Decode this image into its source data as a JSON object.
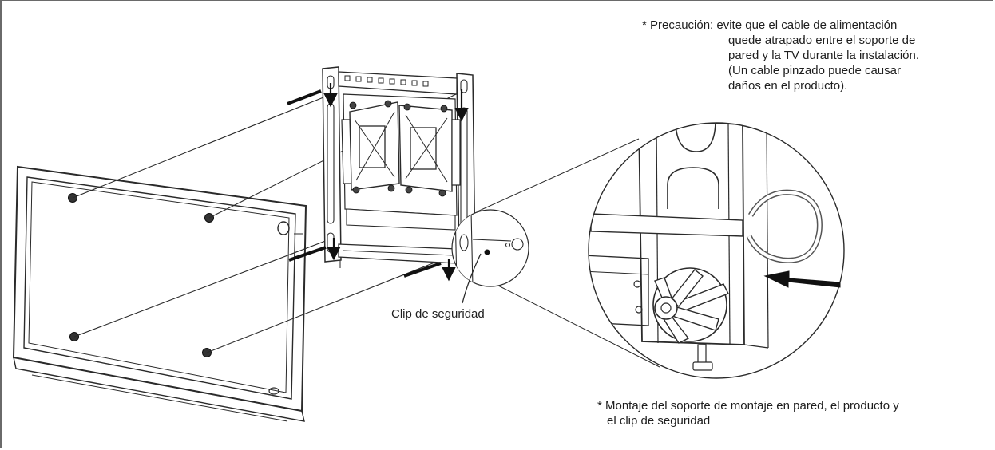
{
  "caution": {
    "lines": [
      "* Precaución:  evite que el cable de alimentación",
      "quede atrapado entre el soporte de",
      "pared y la TV durante la instalación.",
      "(Un cable pinzado puede causar",
      "daños en el producto)."
    ]
  },
  "callout": {
    "label": "Clip de seguridad"
  },
  "assembly_note": {
    "lines": [
      "*  Montaje del soporte de montaje en pared, el producto y",
      "el clip de seguridad"
    ]
  },
  "colors": {
    "line": "#2a2a2a",
    "frame": "#6a6a6a",
    "arrow": "#111111",
    "fill": "#ffffff"
  }
}
